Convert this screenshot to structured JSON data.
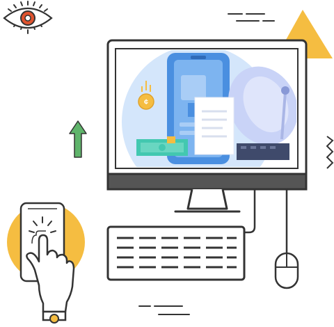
{
  "illustration": {
    "icons": [
      "eye-icon",
      "triangle-shape",
      "up-arrow-icon",
      "zigzag-line",
      "monitor",
      "phone-screen",
      "satellite-dish-icon",
      "coin-icon",
      "cash-icon",
      "document-icon",
      "keyboard",
      "mouse",
      "hand-touch-phone-icon"
    ],
    "colors": {
      "outline": "#333333",
      "accent_yellow": "#f5bd41",
      "eye_red": "#e0542f",
      "arrow_green": "#5fb46b",
      "phone_blue": "#4a8fe0",
      "sky_blue": "#d4e6fb",
      "dish_lavender": "#c9d3f7",
      "cash_teal": "#43c8b0"
    }
  }
}
